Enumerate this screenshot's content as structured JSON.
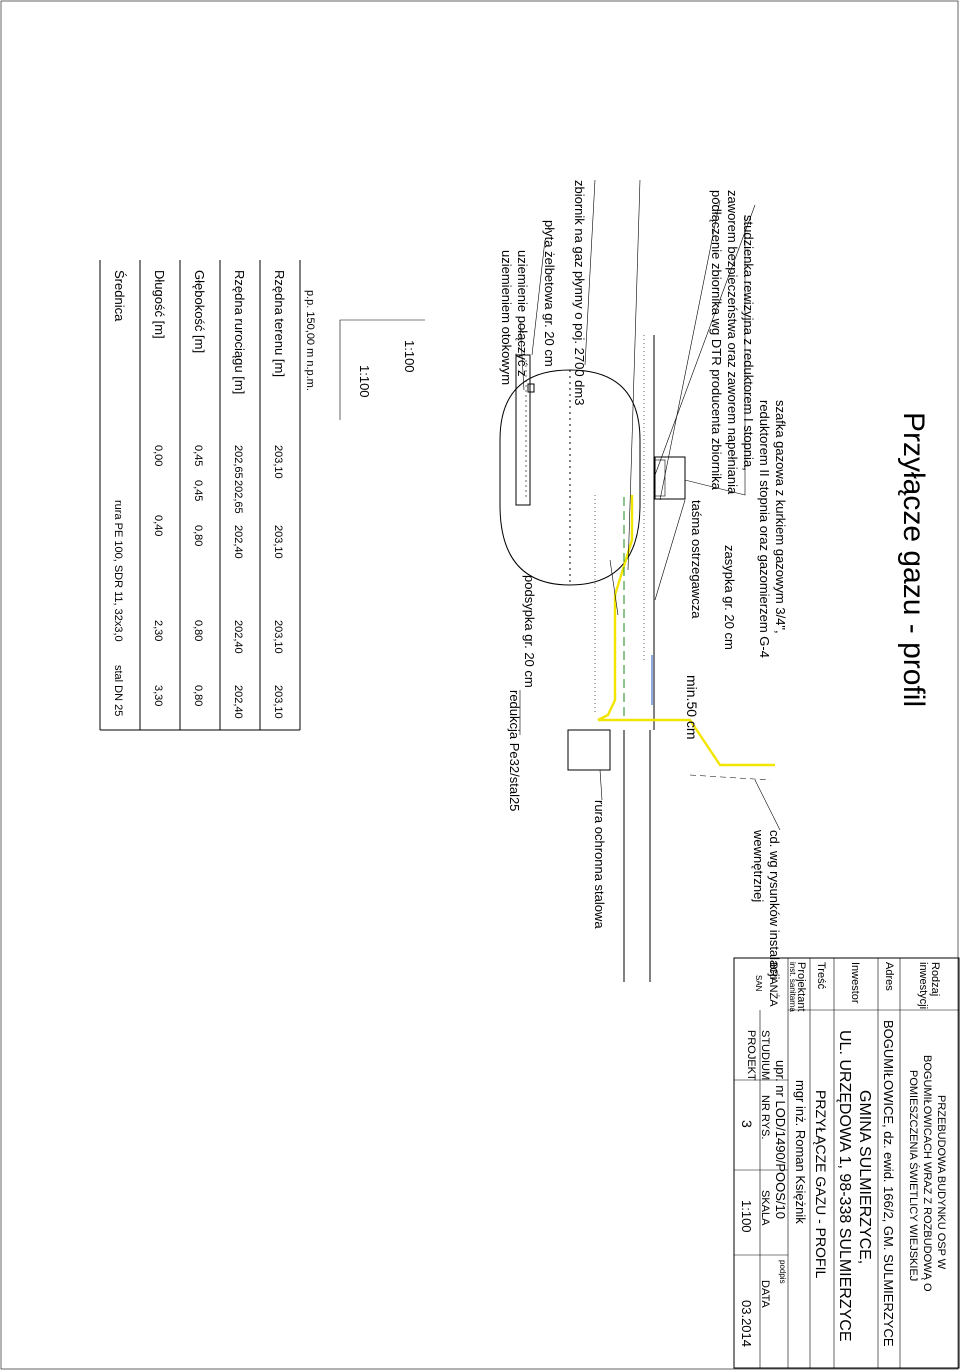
{
  "title": "Przyłącze gazu - profil",
  "labels": {
    "szafka": "szafka gazowa z kurkiem gazowym 3/4\",",
    "szafka2": "reduktorem II stopnia oraz gazomierzem G-4",
    "studzienka": "studzienka rewizyjna z reduktorem I stopnia,",
    "zawor": "zaworem bezpieczeństwa oraz zaworem napełniania",
    "podlaczenie": "podłączenie zbiornika wg DTR producenta zbiornika",
    "zbiornik": "zbiornik na gaz płynny o poj. 2700 dm3",
    "plyta": "płyta żelbetowa gr. 20 cm",
    "uziemienie": "uziemienie  połączyć z",
    "uziemienie2": "uziemieniem otokowym",
    "tasma": "taśma ostrzegawcza",
    "zasypka": "zasypka gr. 20 cm",
    "podsypka": "podsypka gr. 20 cm",
    "min50": "min.50 cm",
    "redukcja": "redukcja Pe32/stal25",
    "rura_ochronna": "rura ochronna stalowa",
    "cd": "cd. wg rysunków instalacji",
    "cd2": "wewnętrznej",
    "scale_h": "1:100",
    "scale_v": "1:100",
    "pp": "p.p. 150,00 m n.p.m."
  },
  "table": {
    "rows": [
      "Rzędna terenu [m]",
      "Rzędna rurociągu [m]",
      "Głębokość [m]",
      "Długość [m]",
      "Średnica"
    ],
    "rzedna_terenu": [
      "203,10",
      "203,10",
      "203,10",
      "203,10"
    ],
    "rzedna_rurociagu": [
      "202,65",
      "202,65",
      "202,40",
      "202,40",
      "202,40"
    ],
    "glebokosc": [
      "0,45",
      "0,45",
      "0,80",
      "0,80",
      "0,80"
    ],
    "dlugosc": [
      "0,00",
      "0,40",
      "2,30",
      "3,30"
    ],
    "srednica": [
      "rura PE 100, SDR 11, 32x3,0",
      "stal DN 25"
    ]
  },
  "titleblock": {
    "rodzaj_label": "Rodzaj",
    "rodzaj_label2": "inwestycji",
    "rodzaj_1": "PRZEBUDOWA BUDYNKU OSP W",
    "rodzaj_2": "BOGUMIŁOWICACH WRAZ Z ROZBUDOWĄ O",
    "rodzaj_3": "POMIESZCZENIA ŚWIETLICY WIEJSKIEJ",
    "adres_label": "Adres",
    "adres": "BOGUMIŁOWICE,  dz. ewid. 166/2, GM. SULMIERZYCE",
    "inwestor_label": "Inwestor",
    "inwestor_1": "GMINA SULMIERZYCE,",
    "inwestor_2": "UL. URZĘDOWA 1, 98-338 SULMIERZYCE",
    "tresc_label": "Treść",
    "tresc": "PRZYŁĄCZE GAZU - PROFIL",
    "projektant_label": "Projektant",
    "projektant": "mgr inż. Roman Księżnik",
    "inst_label": "inst. sanitarna",
    "uprawnienia": "upr. nr LOD/1490/POOS/10",
    "podpis": "podpis",
    "branza_label": "BRANŻA",
    "branza": "SAN",
    "studium_label": "STUDIUM",
    "projekt_label": "PROJEKT",
    "nr_label": "NR RYS.",
    "nr": "3",
    "skala_label": "SKALA",
    "skala": "1:100",
    "data_label": "DATA",
    "data": "03.2014"
  }
}
